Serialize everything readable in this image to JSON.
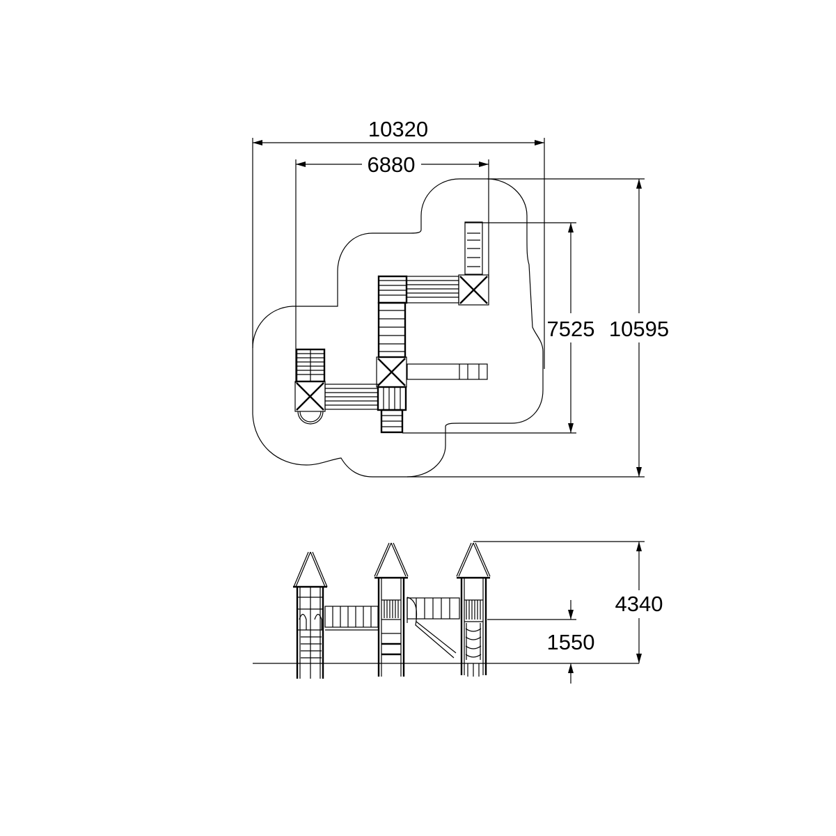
{
  "drawing": {
    "plan_view": {
      "dimensions": {
        "overall_width": "10320",
        "structure_width": "6880",
        "structure_depth": "7525",
        "overall_depth": "10595"
      }
    },
    "elevation_view": {
      "dimensions": {
        "overall_height": "4340",
        "platform_height": "1550"
      }
    },
    "colors": {
      "line": "#000000",
      "background": "#ffffff"
    }
  }
}
